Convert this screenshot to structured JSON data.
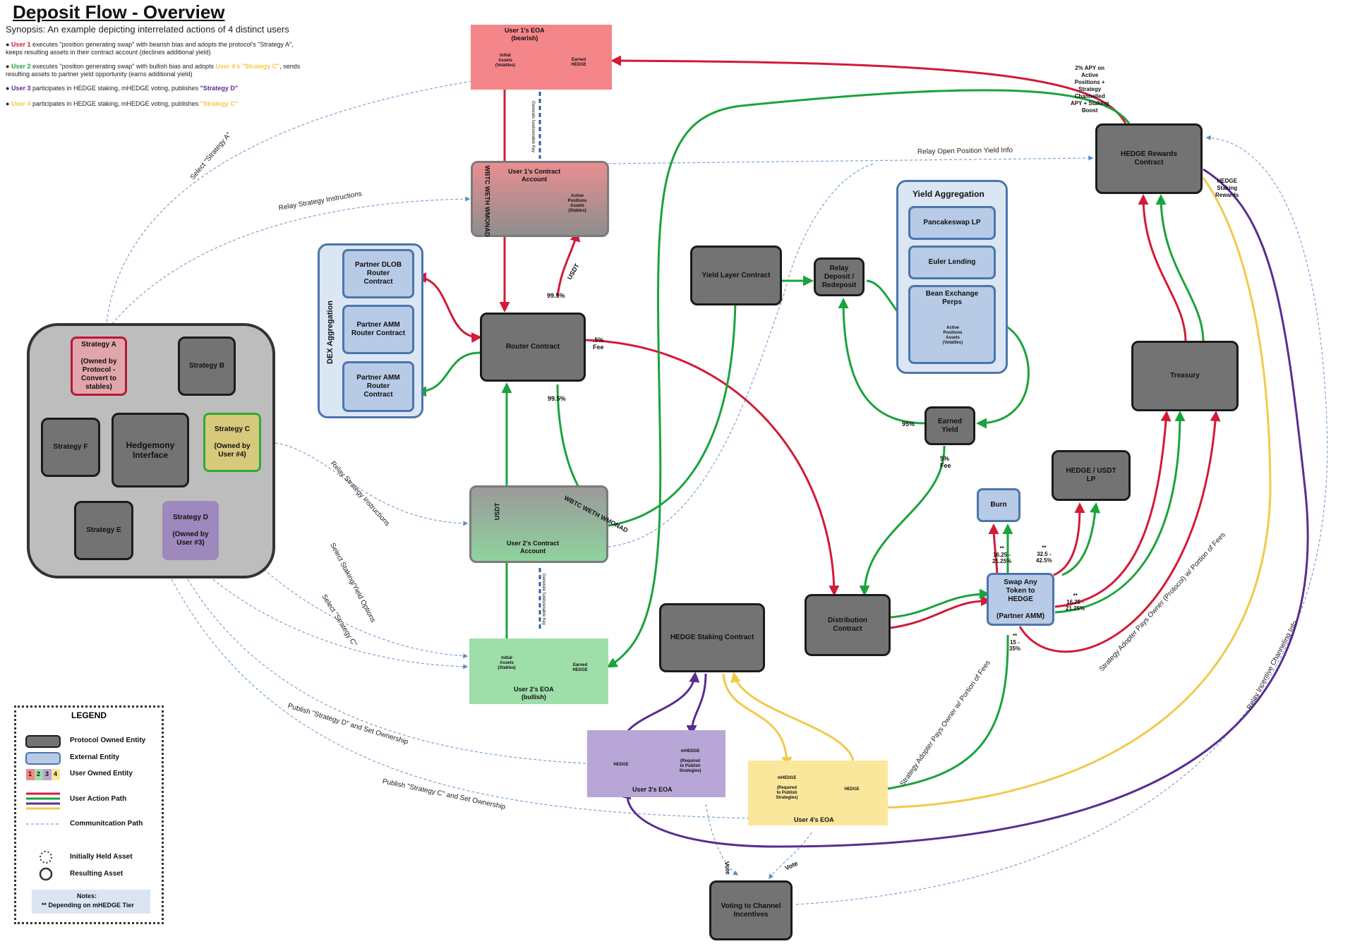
{
  "title": "Deposit Flow - Overview",
  "synopsis": "Synopsis: An example depicting interrelated actions of 4 distinct users",
  "bullets": {
    "b1": {
      "user": "User 1",
      "text": " executes \"position generating swap\" with bearish bias and adopts the protocol's \"Strategy A\", keeps resulting assets in their contract account (declines additional yield)"
    },
    "b2": {
      "user": "User 2",
      "text": " executes \"position generating swap\" with bullish bias and adopts ",
      "ref": "User 4's \"Strategy C\"",
      "tail": ", sends resulting assets to partner yield opportunity (earns additional yield)"
    },
    "b3": {
      "user": "User 3",
      "text": " participates in HEDGE staking, mHEDGE voting, publishes ",
      "ref": "\"Strategy D\""
    },
    "b4": {
      "user": "User 4",
      "text": " participates in HEDGE staking, mHEDGE voting, publishes ",
      "ref": "\"Strategy C\""
    }
  },
  "nodes": {
    "user1_eoa": "User 1's EOA\n(bearish)",
    "user1_initial": "Initial\nAssets\n(Volatiles)",
    "user1_earned": "Earned\nHEDGE",
    "user1_contract": "User 1's Contract\nAccount",
    "user1_active": "Active\nPositions\nAssets\n(Stables)",
    "user1_assets_label": "WBTC  WETH  WMONAD",
    "gen_key1": "Generate funds/enable Key",
    "router": "Router Contract",
    "dex_title": "DEX Aggregation",
    "dlob": "Partner DLOB\nRouter\nContract",
    "amm_router": "Partner AMM\nRouter Contract",
    "amm_contract": "Partner AMM\nRouter\nContract",
    "strategy_a": "Strategy A\n\n(Owned by\nProtocol -\nConvert to\nstables)",
    "strategy_b": "Strategy B",
    "strategy_c": "Strategy C\n\n(Owned by\nUser #4)",
    "strategy_d": "Strategy D\n\n(Owned by\nUser #3)",
    "strategy_e": "Strategy E",
    "strategy_f": "Strategy F",
    "hedgemony": "Hedgemony\nInterface",
    "user2_contract": "User 2's Contract\nAccount",
    "user2_usdt": "USDT",
    "user2_assets_label": "WBTC  WETH  WMONAD",
    "gen_key2": "Generate funds/enable Key",
    "user2_eoa": "User 2's EOA\n(bullish)",
    "user2_initial": "Initial\nAssets\n(Stables)",
    "user2_earned": "Earned\nHEDGE",
    "yield_layer": "Yield Layer Contract",
    "relay_deposit": "Relay\nDeposit /\nRedeposit",
    "yield_agg_title": "Yield Aggregation",
    "pancakeswap": "Pancakeswap LP",
    "euler": "Euler Lending",
    "bean": "Bean Exchange\nPerps",
    "bean_active": "Active\nPositions\nAssets\n(Volatiles)",
    "earned_yield": "Earned\nYield",
    "hedge_rewards": "HEDGE Rewards\nContract",
    "treasury": "Treasury",
    "burn": "Burn",
    "hedge_usdt_lp": "HEDGE / USDT\nLP",
    "swap_any": "Swap Any\nToken to\nHEDGE\n\n(Partner AMM)",
    "distribution": "Distribution\nContract",
    "hedge_staking": "HEDGE Staking Contract",
    "user3_eoa": "User 3's EOA",
    "user3_hedge": "HEDGE",
    "user3_mhedge": "mHEDGE\n\n(Required\nto Publish\nStrategies)",
    "user4_eoa": "User 4's EOA",
    "user4_mhedge": "mHEDGE\n\n(Required\nto Publish\nStrategies)",
    "user4_hedge": "HEDGE",
    "voting": "Voting to Channel\nIncentives"
  },
  "edge_labels": {
    "usdt": "USDT",
    "p995a": "99.5%",
    "p995b": "99.5%",
    "fee5": ".5%\nFee",
    "p95": "95%",
    "fee5b": "5%\nFee",
    "apy": "2% APY on\nActive\nPositions +\nStrategy\nChannelled\nAPY + Staking\nBoost",
    "staking_rewards": "HEDGE\nStaking\nRewards",
    "p1625a": "**\n16.25 -\n21.25%",
    "p325": "**\n32.5 -\n42.5%",
    "p1625b": "**\n16.25 -\n21.25%",
    "p1535": "**\n15 -\n35%",
    "vote1": "Vote",
    "vote2": "Vote"
  },
  "comm_labels": {
    "select_a": "Select \"Strategy A\"",
    "relay_instr": "Relay Strategy Instructions",
    "relay_open": "Relay Open Position Yield Info",
    "relay_instr2": "Relay Strategy Instructions",
    "select_staking": "Select Staking/Yield Options",
    "select_c": "Select \"Strategy C\"",
    "publish_d": "Publish \"Strategy D\" and Set Ownership",
    "publish_c": "Publish \"Strategy C\" and Set Ownership",
    "adopter_fees1": "Strategy Adopter Pays Owner (Protocol) w/ Portion of Fees",
    "adopter_fees2": "Strategy Adopter Pays Owner w/ Portion of Fees",
    "relay_incentive": "Relay Incentive Channeling Info"
  },
  "legend": {
    "title": "LEGEND",
    "protocol": "Protocol Owned Entity",
    "external": "External Entity",
    "user_owned": "User Owned Entity",
    "user_action": "User Action Path",
    "communication": "Communitcation Path",
    "initial": "Initially Held Asset",
    "resulting": "Resulting  Asset",
    "notes_title": "Notes:",
    "notes_text": "** Depending on mHEDGE Tier",
    "n1": "1",
    "n2": "2",
    "n3": "3",
    "n4": "4"
  },
  "colors": {
    "user1": "#d31a37",
    "user2": "#1aa33c",
    "user3": "#5a2d91",
    "user4": "#f2c94c",
    "protocol": "#737373",
    "external": "#b7cbe6",
    "comm": "#5b8fc7"
  }
}
